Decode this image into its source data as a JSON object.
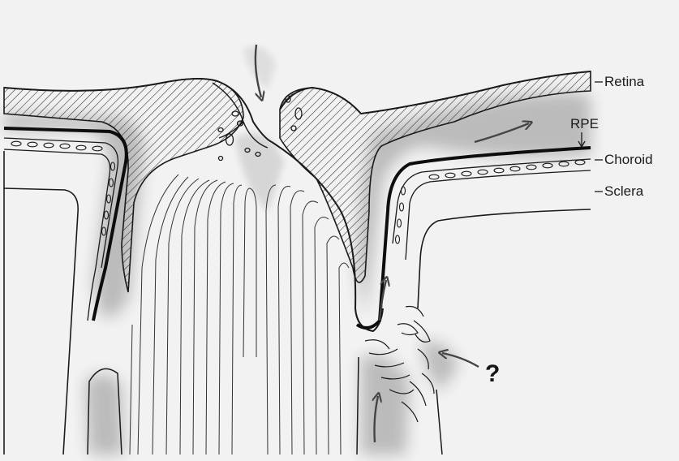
{
  "labels": {
    "retina": "Retina",
    "rpe": "RPE",
    "choroid": "Choroid",
    "sclera": "Sclera",
    "question": "?"
  },
  "colors": {
    "ink": "#1a1a1a",
    "shade": "#9a9a9a",
    "background": "#f2f2f2"
  }
}
